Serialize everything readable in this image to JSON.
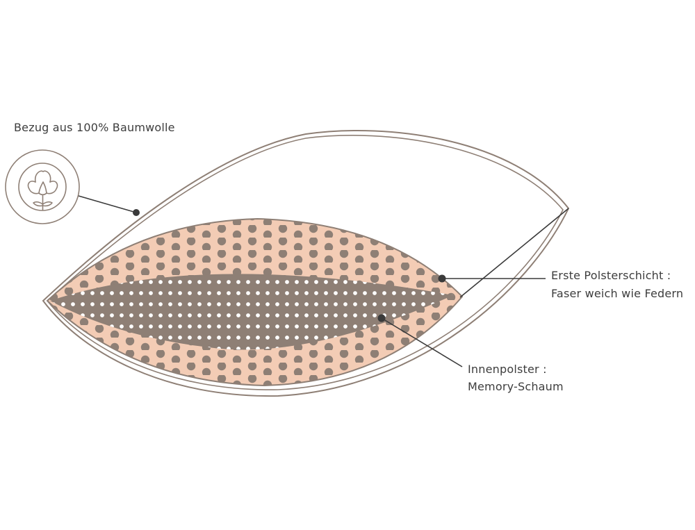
{
  "labels": {
    "cover": "Bezug aus 100% Baumwolle",
    "first_layer_line1": "Erste Polsterschicht :",
    "first_layer_line2": "Faser weich wie Federn",
    "inner_line1": "Innenpolster :",
    "inner_line2": "Memory-Schaum"
  },
  "icons": {
    "cover": "cotton-flower-icon"
  },
  "colors": {
    "outline": "#8e7f75",
    "fiber_layer": "#f3ccb5",
    "fiber_dots": "#8e7f75",
    "foam_core": "#8e7f75",
    "foam_dots": "#ffffff",
    "leader": "#3a3a3a",
    "text": "#3d3d3d"
  }
}
